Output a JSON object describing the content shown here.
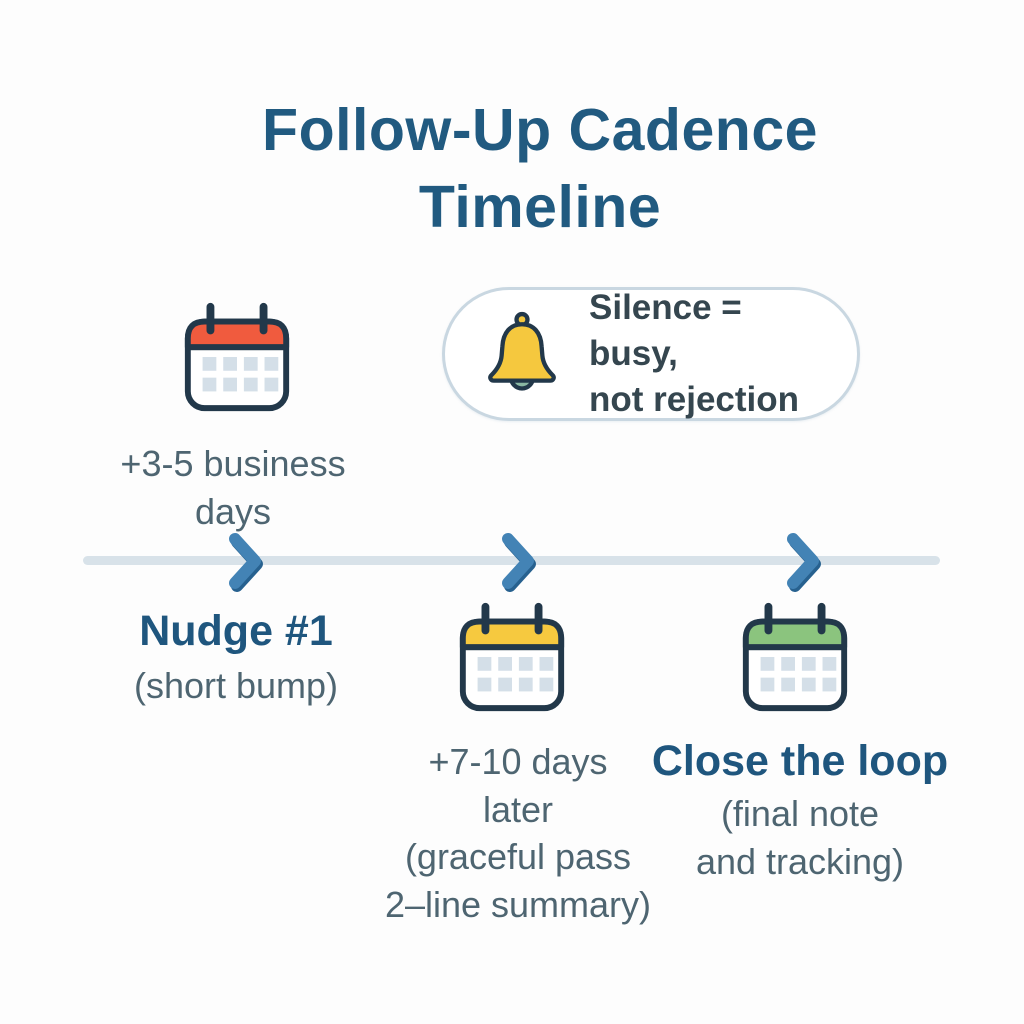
{
  "title": {
    "lines": [
      "Follow-Up Cadence",
      "Timeline"
    ]
  },
  "callout": {
    "icon": "bell-icon",
    "lines": [
      "Silence = busy,",
      "not rejection"
    ]
  },
  "timeline": {
    "arrow_count": 3,
    "arrow_icon": "chevron-right-icon"
  },
  "steps": [
    {
      "id": "nudge-1",
      "icon": "calendar-icon",
      "icon_color": "#F05B3E",
      "timing_lines": [
        "+3-5 business",
        "days"
      ],
      "label": "Nudge #1",
      "sublabel_lines": [
        "(short bump)"
      ]
    },
    {
      "id": "follow-up-2",
      "icon": "calendar-icon",
      "icon_color": "#F6C93F",
      "timing_lines": [
        "+7-10 days",
        "later",
        "(graceful pass",
        "2–line summary)"
      ]
    },
    {
      "id": "close-the-loop",
      "icon": "calendar-icon",
      "icon_color": "#8BC47E",
      "label": "Close the loop",
      "sublabel_lines": [
        "(final note",
        "and tracking)"
      ]
    }
  ],
  "colors": {
    "background": "#FDFDFD",
    "title_blue": "#215A80",
    "step_title_blue": "#1F567E",
    "body_slate": "#4E6571",
    "callout_text": "#35464F",
    "outline_navy": "#22384A",
    "calendar_red": "#F05B3E",
    "calendar_yellow": "#F6C93F",
    "calendar_green": "#8BC47E",
    "calendar_grid_square": "#D4DFE8",
    "timeline_bar": "#D8E2E9",
    "arrow_blue": "#4383B5",
    "arrow_blue_dark": "#27618F",
    "pill_border": "#C9D7E1",
    "bell_yellow": "#F5C83E",
    "bell_clapper": "#8AB8A3"
  }
}
